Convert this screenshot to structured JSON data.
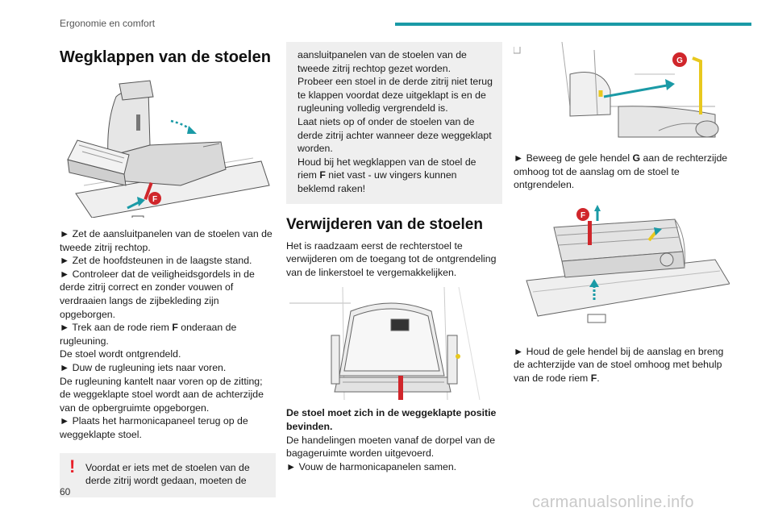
{
  "header": {
    "section": "Ergonomie en comfort"
  },
  "page_number": "60",
  "watermark": "carmanualsonline.info",
  "colors": {
    "accent": "#1a9aa6",
    "warning": "#e8202a",
    "strap": "#d0262b",
    "lever": "#e8c81e"
  },
  "col1": {
    "title": "Wegklappen van de stoelen",
    "callout_F": "F",
    "steps": [
      "► Zet de aansluitpanelen van de stoelen van de tweede zitrij rechtop.",
      "► Zet de hoofdsteunen in de laagste stand.",
      "► Controleer dat de veiligheidsgordels in de derde zitrij correct en zonder vouwen of verdraaien langs de zijbekleding zijn opgeborgen."
    ],
    "step4_prefix": "► Trek aan de rode riem ",
    "step4_bold": "F",
    "step4_suffix": " onderaan de rugleuning.",
    "line_unlocked": "De stoel wordt ontgrendeld.",
    "step5": "► Duw de rugleuning iets naar voren.",
    "line_tilts": "De rugleuning kantelt naar voren op de zitting; de weggeklapte stoel wordt aan de achterzijde van de opbergruimte opgeborgen.",
    "step6": "► Plaats het harmonicapaneel terug op de weggeklapte stoel.",
    "warning_mark": "!",
    "warning_text": "Voordat er iets met de stoelen van de derde zitrij wordt gedaan, moeten de"
  },
  "col2": {
    "warning_cont": [
      "aansluitpanelen van de stoelen van de tweede zitrij rechtop gezet worden.",
      "Probeer een stoel in de derde zitrij niet terug te klappen voordat deze uitgeklapt is en de rugleuning volledig vergrendeld is.",
      "Laat niets op of onder de stoelen van de derde zitrij achter wanneer deze weggeklapt worden."
    ],
    "warning_last_prefix": "Houd bij het wegklappen van de stoel de riem ",
    "warning_last_bold": "F",
    "warning_last_suffix": " niet vast - uw vingers kunnen beklemd raken!",
    "heading": "Verwijderen van de stoelen",
    "intro": "Het is raadzaam eerst de rechterstoel te verwijderen om de toegang tot de ontgrendeling van de linkerstoel te vergemakkelijken.",
    "bold_line": "De stoel moet zich in de weggeklapte positie bevinden.",
    "line_doorstep": "De handelingen moeten vanaf de dorpel van de bagageruimte worden uitgevoerd.",
    "step_fold": "► Vouw de harmonicapanelen samen."
  },
  "col3": {
    "callout_G": "G",
    "callout_F": "F",
    "step_G_prefix": "► Beweeg de gele hendel ",
    "step_G_bold": "G",
    "step_G_suffix": " aan de rechterzijde omhoog tot de aanslag om de stoel te ontgrendelen.",
    "step_hold_prefix": "► Houd de gele hendel bij de aanslag en breng de achterzijde van de stoel omhoog met behulp van de rode riem ",
    "step_hold_bold": "F",
    "step_hold_suffix": "."
  }
}
